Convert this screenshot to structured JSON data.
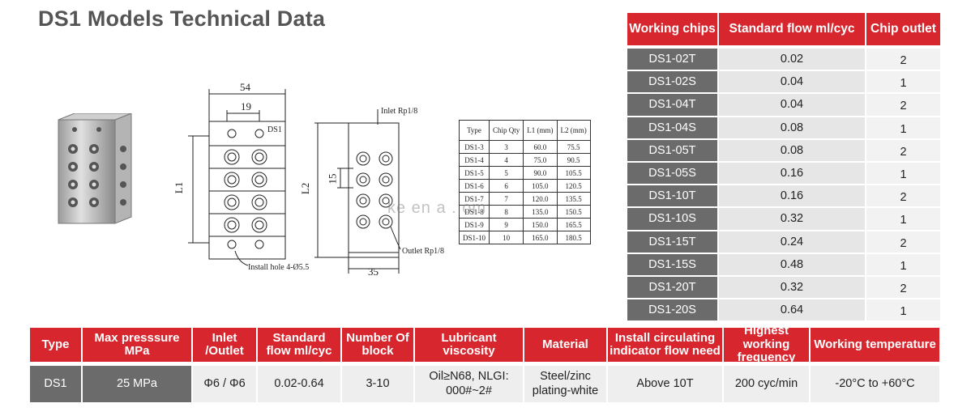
{
  "title": "DS1 Models Technical Data",
  "drawing": {
    "front": {
      "width_dim": "54",
      "hole_dim": "19",
      "l1": "L1",
      "top_label": "DS1",
      "install_hole": "Install hole 4-Ø5.5"
    },
    "side": {
      "inlet": "Inlet Rp1/8",
      "outlet": "Outlet Rp1/8",
      "l2": "L2",
      "pitch": "15",
      "depth": "35"
    }
  },
  "dim_table": {
    "headers": [
      "Type",
      "Chip Qty",
      "L1 (mm)",
      "L2 (mm)"
    ],
    "rows": [
      [
        "DS1-3",
        "3",
        "60.0",
        "75.5"
      ],
      [
        "DS1-4",
        "4",
        "75.0",
        "90.5"
      ],
      [
        "DS1-5",
        "5",
        "90.0",
        "105.5"
      ],
      [
        "DS1-6",
        "6",
        "105.0",
        "120.5"
      ],
      [
        "DS1-7",
        "7",
        "120.0",
        "135.5"
      ],
      [
        "DS1-8",
        "8",
        "135.0",
        "150.5"
      ],
      [
        "DS1-9",
        "9",
        "150.0",
        "165.5"
      ],
      [
        "DS1-10",
        "10",
        "165.0",
        "180.5"
      ]
    ]
  },
  "watermark": "ke     en  a  .   om",
  "chips_table": {
    "headers": [
      "Working chips",
      "Standard flow ml/cyc",
      "Chip outlet"
    ],
    "rows": [
      [
        "DS1-02T",
        "0.02",
        "2"
      ],
      [
        "DS1-02S",
        "0.04",
        "1"
      ],
      [
        "DS1-04T",
        "0.04",
        "2"
      ],
      [
        "DS1-04S",
        "0.08",
        "1"
      ],
      [
        "DS1-05T",
        "0.08",
        "2"
      ],
      [
        "DS1-05S",
        "0.16",
        "1"
      ],
      [
        "DS1-10T",
        "0.16",
        "2"
      ],
      [
        "DS1-10S",
        "0.32",
        "1"
      ],
      [
        "DS1-15T",
        "0.24",
        "2"
      ],
      [
        "DS1-15S",
        "0.48",
        "1"
      ],
      [
        "DS1-20T",
        "0.32",
        "2"
      ],
      [
        "DS1-20S",
        "0.64",
        "1"
      ]
    ]
  },
  "spec_table": {
    "headers": [
      "Type",
      "Max presssure MPa",
      "Inlet /Outlet",
      "Standard flow ml/cyc",
      "Number Of block",
      "Lubricant viscosity",
      "Material",
      "Install circulating indicator flow  need",
      "Highest working frequency",
      "Working temperature"
    ],
    "values": [
      "DS1",
      "25 MPa",
      "Φ6  / Φ6",
      "0.02-0.64",
      "3-10",
      "Oil≥N68, NLGI: 000#~2#",
      "Steel/zinc plating-white",
      "Above 10T",
      "200 cyc/min",
      "-20°C to +60°C"
    ]
  },
  "colors": {
    "accent": "#d7262e",
    "dark_cell": "#6b6b6b",
    "light_cell": "#e6e6e6"
  }
}
